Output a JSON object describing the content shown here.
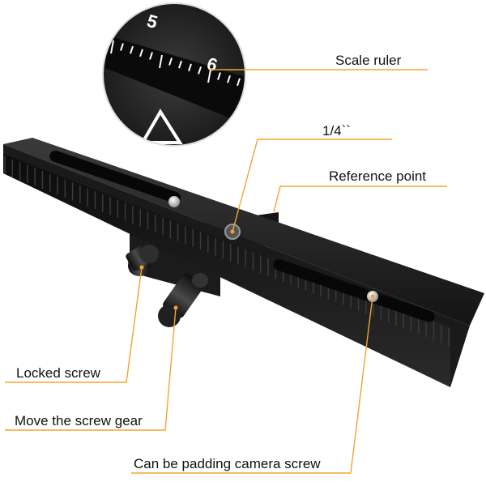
{
  "labels": {
    "scale_ruler": "Scale ruler",
    "quarter_inch": "1/4``",
    "reference_point": "Reference point",
    "locked_screw": "Locked screw",
    "move_screw_gear": "Move the screw gear",
    "padding_camera_screw": "Can be padding camera screw"
  },
  "ruler_numbers": [
    "5",
    "6"
  ],
  "colors": {
    "leader_line": "#f2a531",
    "marker_dot": "#f2a531",
    "label_text": "#111111",
    "rail_body": "#1c1c1c",
    "background": "#ffffff"
  }
}
